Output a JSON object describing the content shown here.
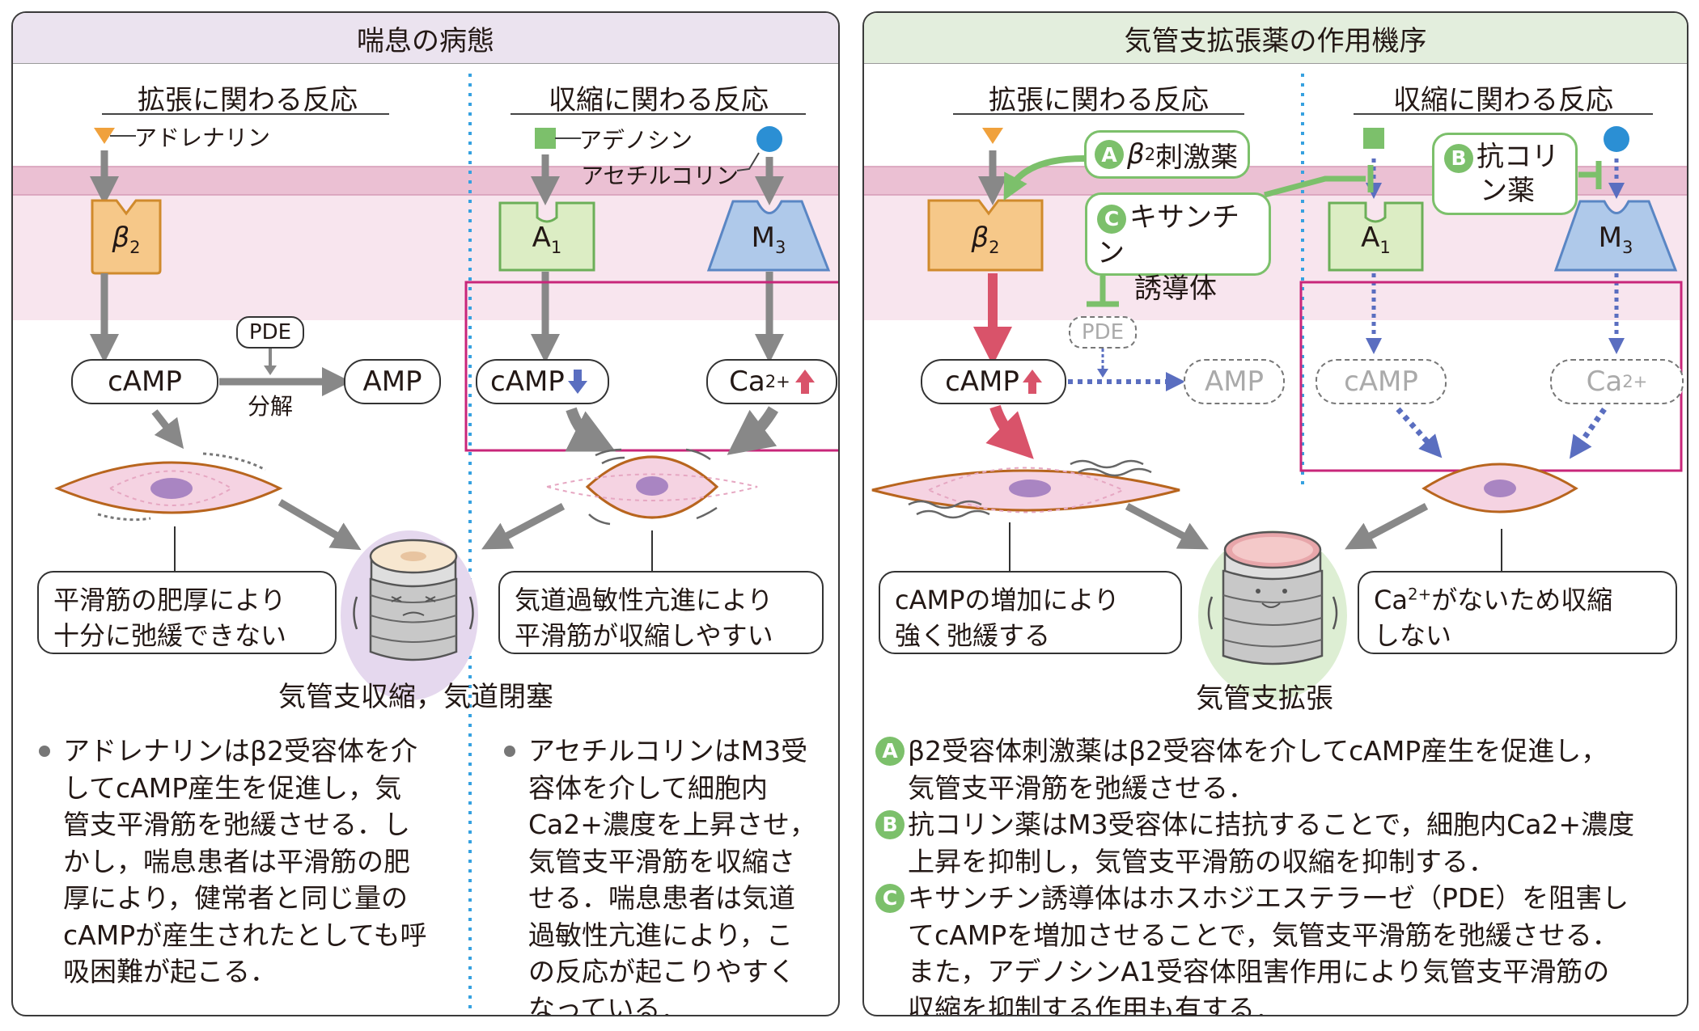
{
  "left_panel": {
    "title": "喘息の病態",
    "sub_left": "拡張に関わる反応",
    "sub_right": "収縮に関わる反応",
    "adrenaline_label": "アドレナリン",
    "adenosine_label": "アデノシン",
    "ach_label": "アセチルコリン",
    "beta2_greek": "β",
    "beta2_num": "2",
    "a1_letter": "A",
    "a1_num": "1",
    "m3_letter": "M",
    "m3_num": "3",
    "pde": "PDE",
    "camp": "cAMP",
    "amp": "AMP",
    "breakdown": "分解",
    "ca": "Ca",
    "ca_sup": "2+",
    "callout_left_1": "平滑筋の肥厚により",
    "callout_left_2": "十分に弛緩できない",
    "callout_right_1": "気道過敏性亢進により",
    "callout_right_2": "平滑筋が収縮しやすい",
    "bronchus_caption": "気管支収縮，気道閉塞",
    "text_left": [
      "アドレナリンはβ2受容体を介",
      "してcAMP産生を促進し，気",
      "管支平滑筋を弛緩させる．し",
      "かし，喘息患者は平滑筋の肥",
      "厚により，健常者と同じ量の",
      "cAMPが産生されたとしても呼",
      "吸困難が起こる．"
    ],
    "text_right": [
      "アセチルコリンはM3受",
      "容体を介して細胞内",
      "Ca2+濃度を上昇させ，",
      "気管支平滑筋を収縮さ",
      "せる．喘息患者は気道",
      "過敏性亢進により，こ",
      "の反応が起こりやすく",
      "なっている．"
    ]
  },
  "right_panel": {
    "title": "気管支拡張薬の作用機序",
    "sub_left": "拡張に関わる反応",
    "sub_right": "収縮に関わる反応",
    "badge_a": "A",
    "badge_b": "B",
    "badge_c": "C",
    "drug_a_greek": "β",
    "drug_a_num": "2",
    "drug_a_rest": "刺激薬",
    "drug_b_1": "抗コリ",
    "drug_b_2": "ン薬",
    "drug_c_1": "キサンチン",
    "drug_c_2": "誘導体",
    "beta2_greek": "β",
    "beta2_num": "2",
    "a1_letter": "A",
    "a1_num": "1",
    "m3_letter": "M",
    "m3_num": "3",
    "pde": "PDE",
    "camp": "cAMP",
    "amp": "AMP",
    "ca": "Ca",
    "ca_sup": "2+",
    "callout_left_1": "cAMPの増加により",
    "callout_left_2": "強く弛緩する",
    "callout_right_1a": "Ca",
    "callout_right_1sup": "2+",
    "callout_right_1b": "がないため収縮",
    "callout_right_2": "しない",
    "bronchus_caption": "気管支拡張",
    "notes": [
      [
        "β2受容体刺激薬はβ2受容体を介してcAMP産生を促進し，",
        "気管支平滑筋を弛緩させる．"
      ],
      [
        "抗コリン薬はM3受容体に拮抗することで，細胞内Ca2+濃度",
        "上昇を抑制し，気管支平滑筋の収縮を抑制する．"
      ],
      [
        "キサンチン誘導体はホスホジエステラーゼ（PDE）を阻害し",
        "てcAMPを増加させることで，気管支平滑筋を弛緩させる．",
        "また，アデノシンA1受容体阻害作用により気管支平滑筋の",
        "収縮を抑制する作用も有する．"
      ]
    ]
  },
  "colors": {
    "membrane": "#ebc0d3",
    "cytoplasm": "#f8e5ee",
    "beta2_fill": "#f6c889",
    "a1_fill": "#dcedc4",
    "m3_fill": "#afc9ea",
    "adrenaline": "#f0a13c",
    "adenosine": "#7cc06b",
    "ach": "#2b8fd4",
    "highlight_box": "#c8267a",
    "green": "#7cc06b",
    "red_arrow": "#d9536a",
    "blue_arrow": "#5a6ec0"
  }
}
